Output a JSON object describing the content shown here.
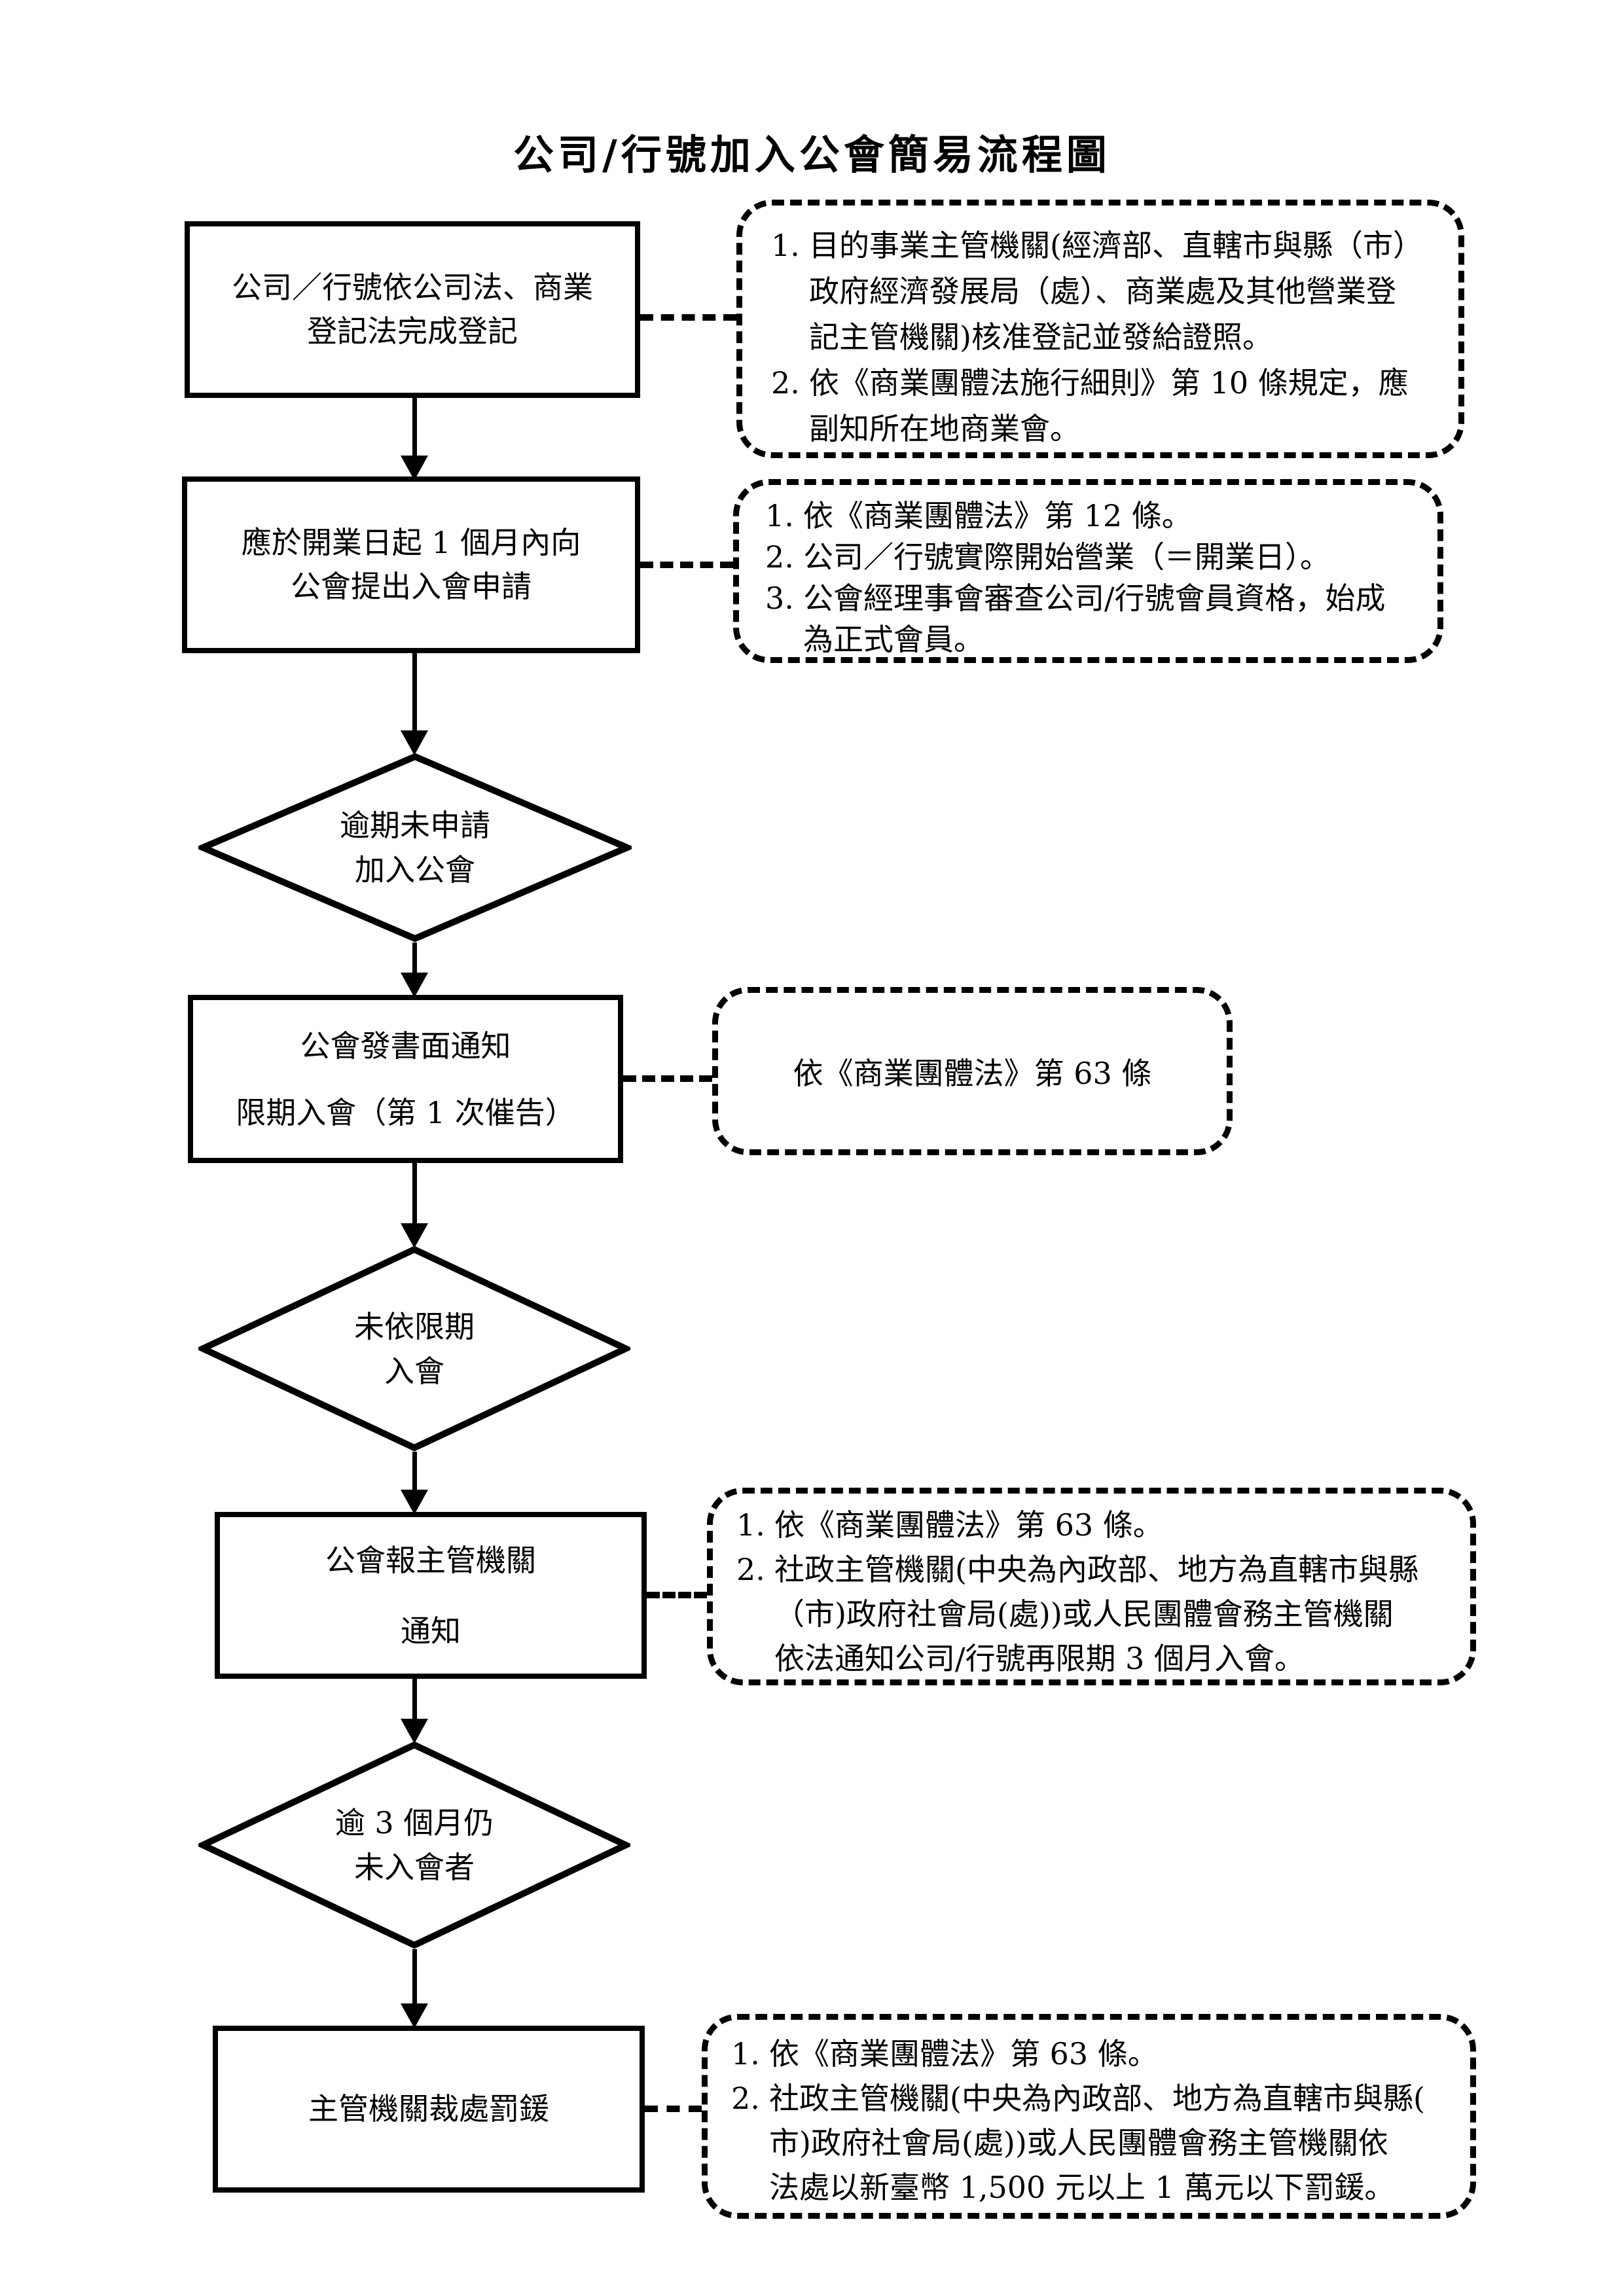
{
  "title": "公司/行號加入公會簡易流程圖",
  "flow": {
    "steps": [
      {
        "type": "process",
        "lines": [
          "公司／行號依公司法、商業",
          "登記法完成登記"
        ]
      },
      {
        "type": "process",
        "lines": [
          "應於開業日起 1 個月內向",
          "公會提出入會申請"
        ]
      },
      {
        "type": "decision",
        "lines": [
          "逾期未申請",
          "加入公會"
        ]
      },
      {
        "type": "process",
        "lines": [
          "公會發書面通知",
          "限期入會（第 1 次催告）"
        ]
      },
      {
        "type": "decision",
        "lines": [
          "未依限期",
          "入會"
        ]
      },
      {
        "type": "process",
        "lines": [
          "公會報主管機關",
          "通知"
        ]
      },
      {
        "type": "decision",
        "lines": [
          "逾 3 個月仍",
          "未入會者"
        ]
      },
      {
        "type": "process",
        "lines": [
          "主管機關裁處罰鍰"
        ]
      }
    ]
  },
  "notes": [
    {
      "items": [
        {
          "num": "1.",
          "lines": [
            "目的事業主管機關(經濟部、直轄市與縣（市）",
            "政府經濟發展局（處）、商業處及其他營業登",
            "記主管機關)核准登記並發給證照。"
          ]
        },
        {
          "num": "2.",
          "lines": [
            "依《商業團體法施行細則》第 10 條規定，應",
            "副知所在地商業會。"
          ]
        }
      ]
    },
    {
      "items": [
        {
          "num": "1.",
          "lines": [
            "依《商業團體法》第 12 條。"
          ]
        },
        {
          "num": "2.",
          "lines": [
            "公司／行號實際開始營業（＝開業日）。"
          ]
        },
        {
          "num": "3.",
          "lines": [
            "公會經理事會審查公司/行號會員資格，始成",
            "為正式會員。"
          ]
        }
      ]
    },
    {
      "text": "依《商業團體法》第 63 條"
    },
    {
      "items": [
        {
          "num": "1.",
          "lines": [
            "依《商業團體法》第 63 條。"
          ]
        },
        {
          "num": "2.",
          "lines": [
            "社政主管機關(中央為內政部、地方為直轄市與縣",
            "（市)政府社會局(處))或人民團體會務主管機關",
            "依法通知公司/行號再限期 3 個月入會。"
          ]
        }
      ]
    },
    {
      "items": [
        {
          "num": "1.",
          "lines": [
            "依《商業團體法》第 63 條。"
          ]
        },
        {
          "num": "2.",
          "lines": [
            "社政主管機關(中央為內政部、地方為直轄市與縣(",
            "市)政府社會局(處))或人民團體會務主管機關依",
            "法處以新臺幣 1,500 元以上 1 萬元以下罰鍰。"
          ]
        }
      ]
    }
  ],
  "colors": {
    "ink": "#000000",
    "paper": "#ffffff"
  }
}
